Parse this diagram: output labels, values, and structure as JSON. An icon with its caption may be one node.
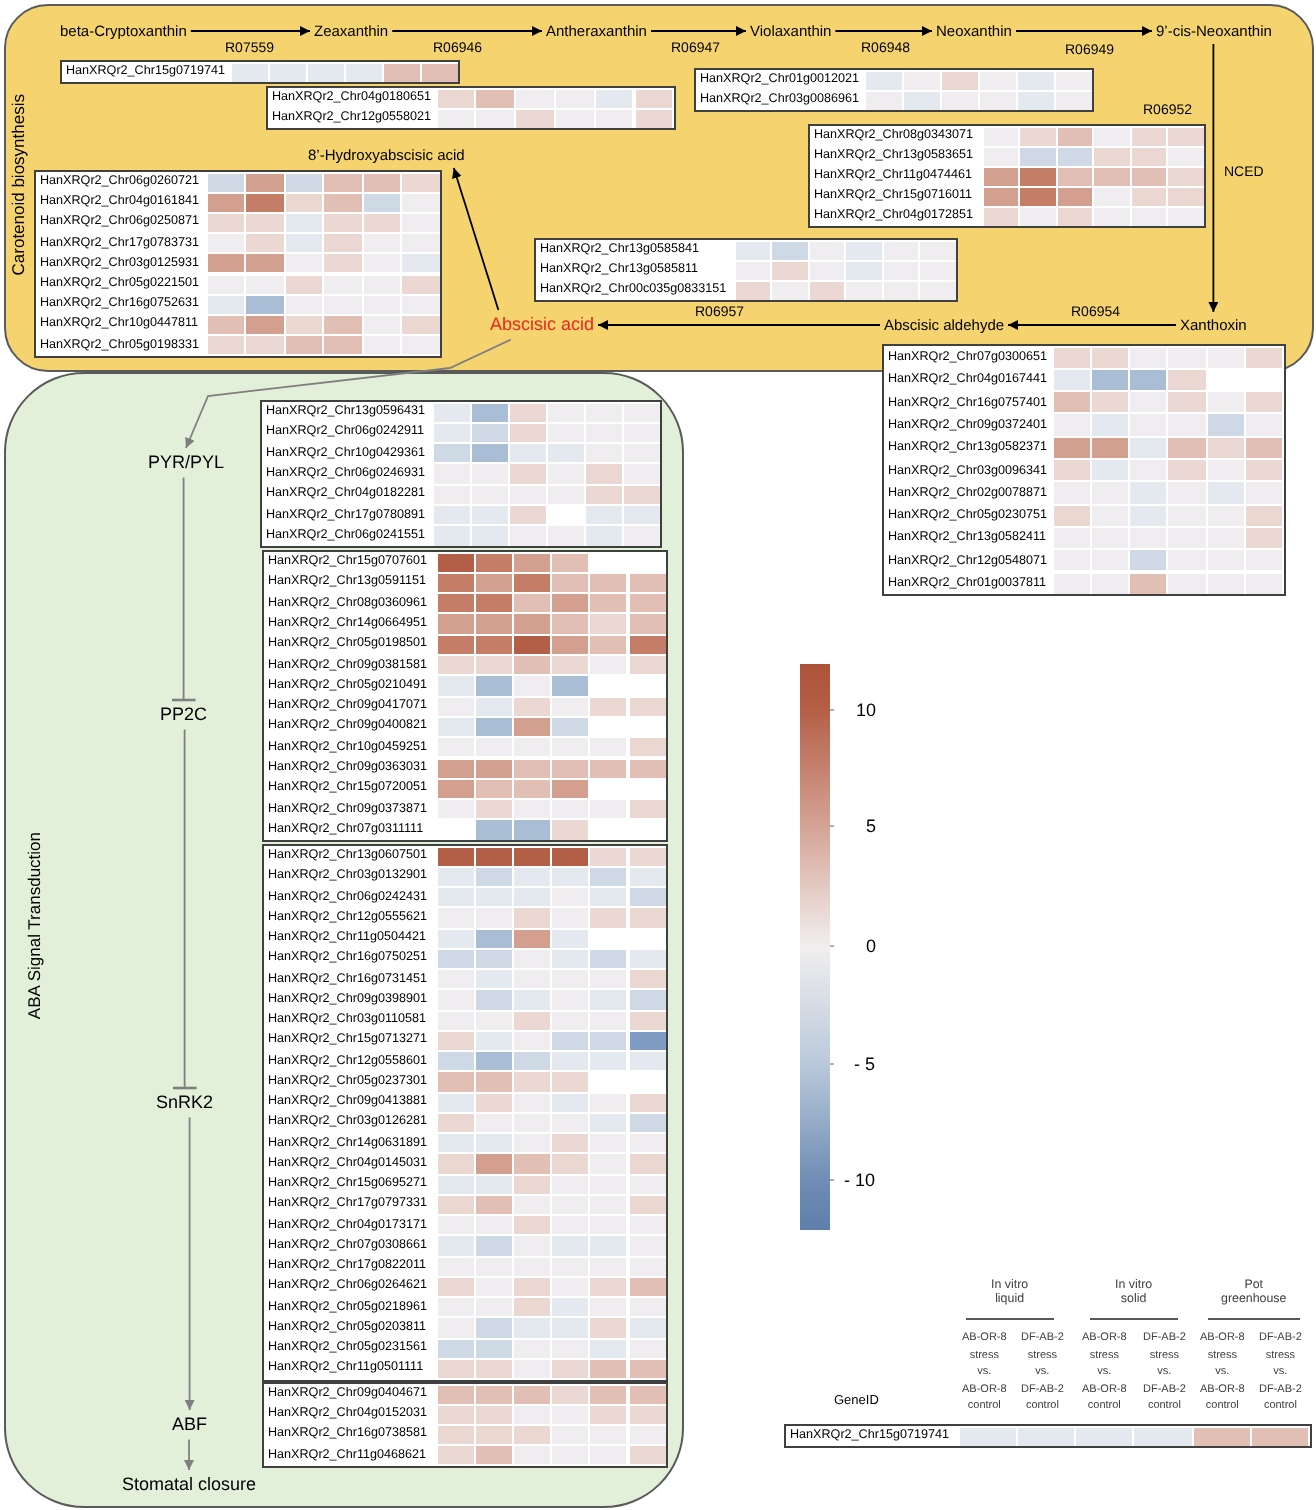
{
  "diagram": {
    "nodes": [
      {
        "text": [
          "Carotenoid biosynthesis"
        ]
      },
      {
        "text": [
          "beta-Cryptoxanthin"
        ],
        "in": 0
      },
      {
        "text": [
          "Zeaxanthin"
        ],
        "in": 0
      },
      {
        "text": [
          "Antheraxanthin"
        ],
        "in": 0
      },
      {
        "text": [
          "Violaxanthin"
        ],
        "in": 0
      },
      {
        "text": [
          "Neoxanthin"
        ],
        "in": 0
      },
      {
        "text": [
          "9’-cis-Neoxanthin"
        ],
        "in": 0
      },
      {
        "text": [
          "HanXRQr2_Chr15g0719741"
        ],
        "in": 0
      },
      {
        "text": [
          "HanXRQr2_Chr04g0180651",
          "HanXRQr2_Chr12g0558021"
        ],
        "in": 0
      },
      {
        "text": [
          "HanXRQr2_Chr01g0012021",
          "HanXRQr2_Chr03g0086961"
        ],
        "in": 0
      },
      {
        "text": [
          "HanXRQr2_Chr08g0343071",
          "HanXRQr2_Chr13g0583651",
          "HanXRQr2_Chr11g0474461",
          "HanXRQr2_Chr15g0716011",
          "HanXRQr2_Chr04g0172851"
        ],
        "in": 0
      },
      {
        "text": [
          "8’-Hydroxyabscisic acid"
        ],
        "in": 0
      },
      {
        "text": [
          "HanXRQr2_Chr06g0260721",
          "HanXRQr2_Chr04g0161841",
          "HanXRQr2_Chr06g0250871",
          "HanXRQr2_Chr17g0783731",
          "HanXRQr2_Chr03g0125931",
          "HanXRQr2_Chr05g0221501",
          "HanXRQr2_Chr16g0752631",
          "HanXRQr2_Chr10g0447811",
          "HanXRQr2_Chr05g0198331"
        ],
        "in": 0
      },
      {
        "text": [
          "HanXRQr2_Chr13g0585841",
          "HanXRQr2_Chr13g0585811",
          "HanXRQr2_Chr00c035g0833151"
        ],
        "in": 0
      },
      {
        "text": [
          "Abscisic acid"
        ],
        "in": 0
      },
      {
        "text": [
          "Abscisic aldehyde"
        ],
        "in": 0
      },
      {
        "text": [
          "Xanthoxin"
        ],
        "in": 0
      },
      {
        "text": [
          "HanXRQr2_Chr07g0300651",
          "HanXRQr2_Chr04g0167441",
          "HanXRQr2_Chr16g0757401",
          "HanXRQr2_Chr09g0372401",
          "HanXRQr2_Chr13g0582371",
          "HanXRQr2_Chr03g0096341",
          "HanXRQr2_Chr02g0078871",
          "HanXRQr2_Chr05g0230751",
          "HanXRQr2_Chr13g0582411",
          "HanXRQr2_Chr12g0548071",
          "HanXRQr2_Chr01g0037811"
        ]
      },
      {
        "text": [
          "ABA Signal Transduction"
        ]
      },
      {
        "text": [
          "PYR/PYL"
        ],
        "in": 18
      },
      {
        "text": [
          "HanXRQr2_Chr13g0596431",
          "HanXRQr2_Chr06g0242911",
          "HanXRQr2_Chr10g0429361",
          "HanXRQr2_Chr06g0246931",
          "HanXRQr2_Chr04g0182281",
          "HanXRQr2_Chr17g0780891",
          "HanXRQr2_Chr06g0241551"
        ],
        "in": 18
      },
      {
        "text": [
          "PP2C"
        ],
        "in": 18
      },
      {
        "text": [
          "HanXRQr2_Chr15g0707601",
          "HanXRQr2_Chr13g0591151",
          "HanXRQr2_Chr08g0360961",
          "HanXRQr2_Chr14g0664951",
          "HanXRQr2_Chr05g0198501",
          "HanXRQr2_Chr09g0381581",
          "HanXRQr2_Chr05g0210491",
          "HanXRQr2_Chr09g0417071",
          "HanXRQr2_Chr09g0400821",
          "HanXRQr2_Chr10g0459251",
          "HanXRQr2_Chr09g0363031",
          "HanXRQr2_Chr15g0720051",
          "HanXRQr2_Chr09g0373871",
          "HanXRQr2_Chr07g0311111"
        ],
        "in": 18
      },
      {
        "text": [
          "SnRK2"
        ],
        "in": 18
      },
      {
        "text": [
          "HanXRQr2_Chr13g0607501",
          "HanXRQr2_Chr03g0132901",
          "HanXRQr2_Chr06g0242431",
          "HanXRQr2_Chr12g0555621",
          "HanXRQr2_Chr11g0504421",
          "HanXRQr2_Chr16g0750251",
          "HanXRQr2_Chr16g0731451",
          "HanXRQr2_Chr09g0398901",
          "HanXRQr2_Chr03g0110581",
          "HanXRQr2_Chr15g0713271",
          "HanXRQr2_Chr12g0558601",
          "HanXRQr2_Chr05g0237301",
          "HanXRQr2_Chr09g0413881",
          "HanXRQr2_Chr03g0126281",
          "HanXRQr2_Chr14g0631891",
          "HanXRQr2_Chr04g0145031",
          "HanXRQr2_Chr15g0695271",
          "HanXRQr2_Chr17g0797331",
          "HanXRQr2_Chr04g0173171",
          "HanXRQr2_Chr07g0308661",
          "HanXRQr2_Chr17g0822011",
          "HanXRQr2_Chr06g0264621",
          "HanXRQr2_Chr05g0218961",
          "HanXRQr2_Chr05g0203811",
          "HanXRQr2_Chr05g0231561",
          "HanXRQr2_Chr11g0501111"
        ],
        "in": 18
      },
      {
        "text": [
          "ABF"
        ],
        "in": 18
      },
      {
        "text": [
          "HanXRQr2_Chr09g0404671",
          "HanXRQr2_Chr04g0152031",
          "HanXRQr2_Chr16g0738581",
          "HanXRQr2_Chr11g0468621"
        ],
        "in": 18
      },
      {
        "text": [
          "Stomatal closure"
        ],
        "in": 18
      },
      {
        "text": [
          "HanXRQr2_Chr15g0719741"
        ]
      }
    ],
    "edges": [
      {
        "from": 1,
        "to": 2,
        "arrow": "to",
        "label": "R07559"
      },
      {
        "from": 2,
        "to": 3,
        "arrow": "to",
        "label": "R06946"
      },
      {
        "from": 3,
        "to": 4,
        "arrow": "to",
        "label": "R06947"
      },
      {
        "from": 4,
        "to": 5,
        "arrow": "to",
        "label": "R06948"
      },
      {
        "from": 5,
        "to": 6,
        "arrow": "to",
        "label": "R06949"
      },
      {
        "from": 6,
        "to": 16,
        "arrow": "to",
        "label": "R06952"
      },
      {
        "from": 16,
        "to": 15,
        "arrow": "to",
        "label": "R06954"
      },
      {
        "from": 15,
        "to": 14,
        "arrow": "to",
        "label": "R06957"
      },
      {
        "from": 14,
        "to": 11,
        "arrow": "to"
      },
      {
        "from": 14,
        "to": 19,
        "arrow": "to",
        "color": "#7f7f7f"
      },
      {
        "from": 19,
        "to": 21,
        "arrow": "other",
        "color": "#7f7f7f"
      },
      {
        "from": 21,
        "to": 23,
        "arrow": "other",
        "color": "#7f7f7f"
      },
      {
        "from": 23,
        "to": 25,
        "arrow": "to",
        "color": "#7f7f7f"
      },
      {
        "from": 25,
        "to": 27,
        "arrow": "to",
        "color": "#7f7f7f"
      }
    ],
    "labels": [
      "NCED",
      "10",
      "5",
      "0",
      "- 5",
      "- 10",
      "In vitro liquid",
      "In vitro solid",
      "Pot greenhouse",
      "AB-OR-8 stress vs. AB-OR-8 control",
      "DF-AB-2 stress vs. DF-AB-2 control",
      "AB-OR-8 stress vs. AB-OR-8 control",
      "DF-AB-2 stress vs. DF-AB-2 control",
      "AB-OR-8 stress vs. AB-OR-8 control",
      "DF-AB-2 stress vs. DF-AB-2 control",
      "GeneID"
    ]
  }
}
